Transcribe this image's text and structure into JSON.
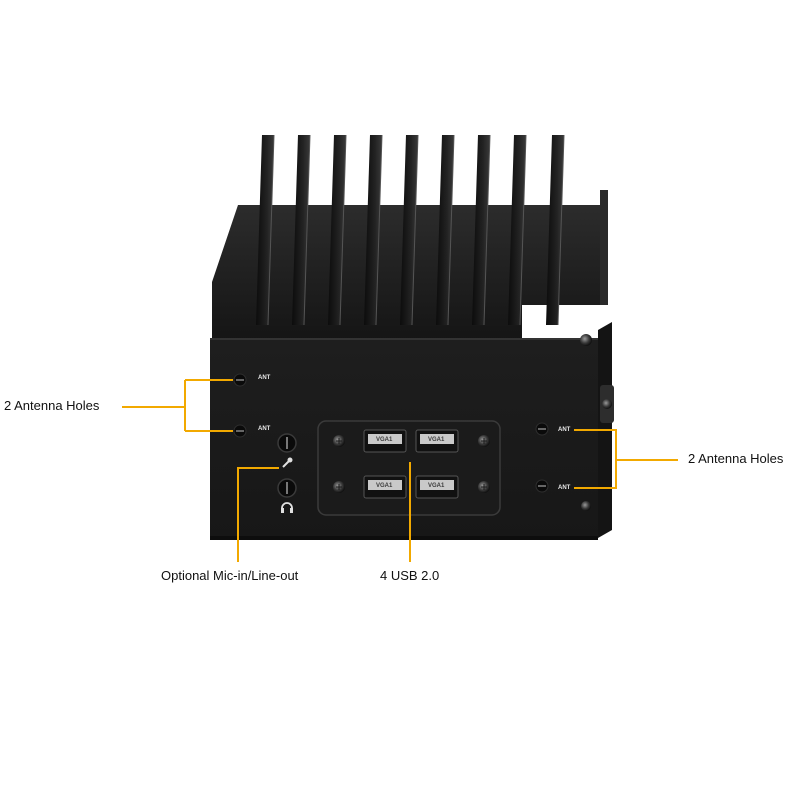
{
  "callouts": {
    "left_antenna": "2 Antenna Holes",
    "right_antenna": "2 Antenna Holes",
    "mic": "Optional Mic-in/Line-out",
    "usb": "4 USB 2.0"
  },
  "port_labels": {
    "antenna": "ANT",
    "usb": "VGA1"
  },
  "icons": {
    "mic": "microphone-icon",
    "headphone": "headphone-icon"
  },
  "colors": {
    "callout_line": "#f2a900",
    "chassis": "#1a1a1a",
    "heatsink": "#141414"
  }
}
